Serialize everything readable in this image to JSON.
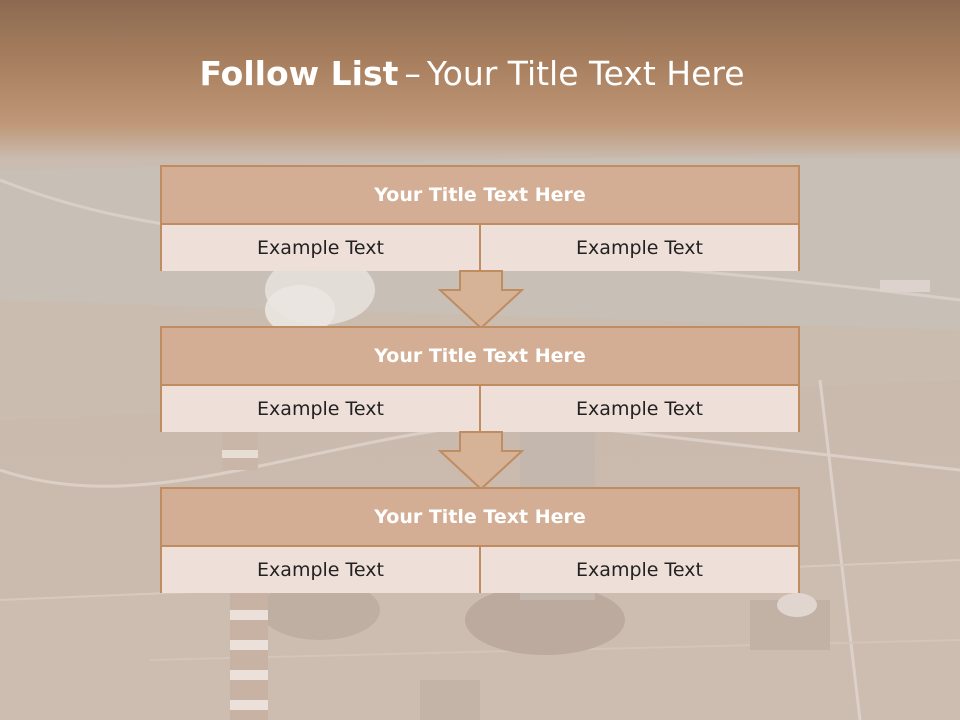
{
  "title": {
    "bold": "Follow List",
    "separator": "–",
    "rest": "Your Title Text Here"
  },
  "blocks": [
    {
      "title": "Your Title Text Here",
      "left": "Example Text",
      "right": "Example Text"
    },
    {
      "title": "Your Title Text Here",
      "left": "Example Text",
      "right": "Example Text"
    },
    {
      "title": "Your Title Text Here",
      "left": "Example Text",
      "right": "Example Text"
    }
  ],
  "colors": {
    "header": "#a9805f",
    "block_border": "#c08c62",
    "block_header": "#d3ae94",
    "cell_fill": "#eee0d8",
    "arrow_fill": "#d6b296"
  }
}
